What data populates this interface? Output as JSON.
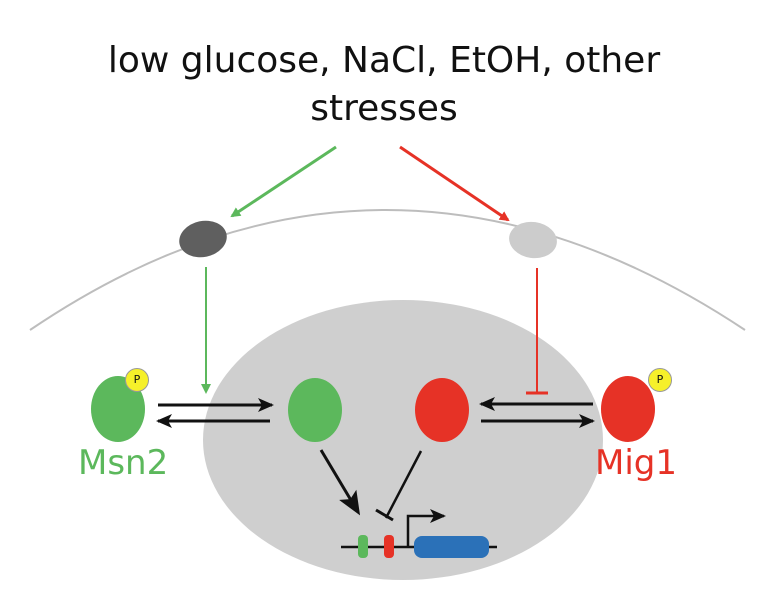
{
  "title": {
    "line1": "low glucose, NaCl, EtOH, other",
    "line2": "stresses"
  },
  "proteins": {
    "left": {
      "name": "Msn2",
      "phospho_label": "P",
      "color": "#5cb85c"
    },
    "right": {
      "name": "Mig1",
      "phospho_label": "P",
      "color": "#e63226"
    }
  },
  "colors": {
    "green": "#5cb85c",
    "red": "#e63226",
    "nucleus": "#cfcfcf",
    "membrane": "#bdbdbd",
    "receptor_dark": "#5f5f5f",
    "receptor_light": "#cccccc",
    "gene": "#2b71b8",
    "arrow": "#111111"
  }
}
